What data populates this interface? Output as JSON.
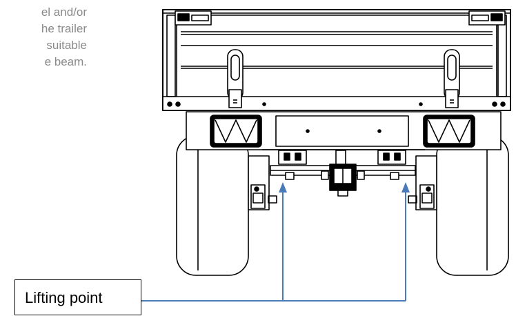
{
  "text_block": {
    "lines": [
      "el and/or",
      "he trailer",
      "suitable",
      "e  beam."
    ]
  },
  "callout": {
    "label": "Lifting point"
  },
  "colors": {
    "arrow": "#4a7ab8",
    "line": "#000000",
    "text": "#8a8a8a"
  }
}
